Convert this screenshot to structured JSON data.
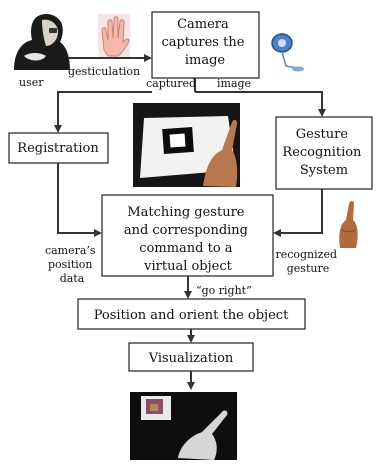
{
  "nodes": {
    "camera": [
      "Camera",
      "captures the",
      "image"
    ],
    "registration": [
      "Registration"
    ],
    "gesture_system": [
      "Gesture",
      "Recognition",
      "System"
    ],
    "matching": [
      "Matching gesture",
      "and corresponding",
      "command to a",
      "virtual object"
    ],
    "position": [
      "Position and orient the object"
    ],
    "visualization": [
      "Visualization"
    ]
  },
  "labels": {
    "user": "user",
    "gesticulation": "gesticulation",
    "captured": "captured",
    "image": "image",
    "cam_pos": [
      "camera’s",
      "position",
      "data"
    ],
    "recognized": [
      "recognized",
      "gesture"
    ],
    "go_right": "“go right”"
  },
  "icons": [
    "user-head-icon",
    "open-hand-icon",
    "webcam-icon",
    "camera-view-photo",
    "pointing-hand-icon",
    "final-visualization-photo"
  ]
}
